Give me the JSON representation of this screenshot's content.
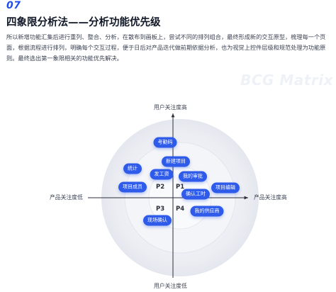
{
  "section": {
    "number": "07",
    "title": "四象限分析法——分析功能优先级",
    "body": "所以新增功能汇集后进行重列、整合、分析，在散布到画板上，尝试不同的排列组合，最终形成新的交互原型，梳理每一个页面，根据流程进行排列，明确每个交互过程，便于日后对产品迭代做前期依据分析，也为视觉上控件层级和规范处理为功能原则。最终选出第一象限相关的功能优先解决。",
    "watermark": "BCG Matrix"
  },
  "matrix": {
    "axis_top": "用户关注度高",
    "axis_bottom": "用户关注度低",
    "axis_left": "产品关注度低",
    "axis_right": "产品关注度高",
    "quadrants": {
      "p1": "P1",
      "p2": "P2",
      "p3": "P3",
      "p4": "P4"
    },
    "features": [
      "考勤码",
      "新建项目",
      "统计",
      "发工资",
      "我的审批",
      "项目成员",
      "确认工时",
      "项目编辑",
      "我的供应商",
      "现场确认"
    ],
    "colors": {
      "pill": "#2f5bea",
      "axis": "#2b2f3a",
      "accent": "#1e4df0"
    }
  }
}
